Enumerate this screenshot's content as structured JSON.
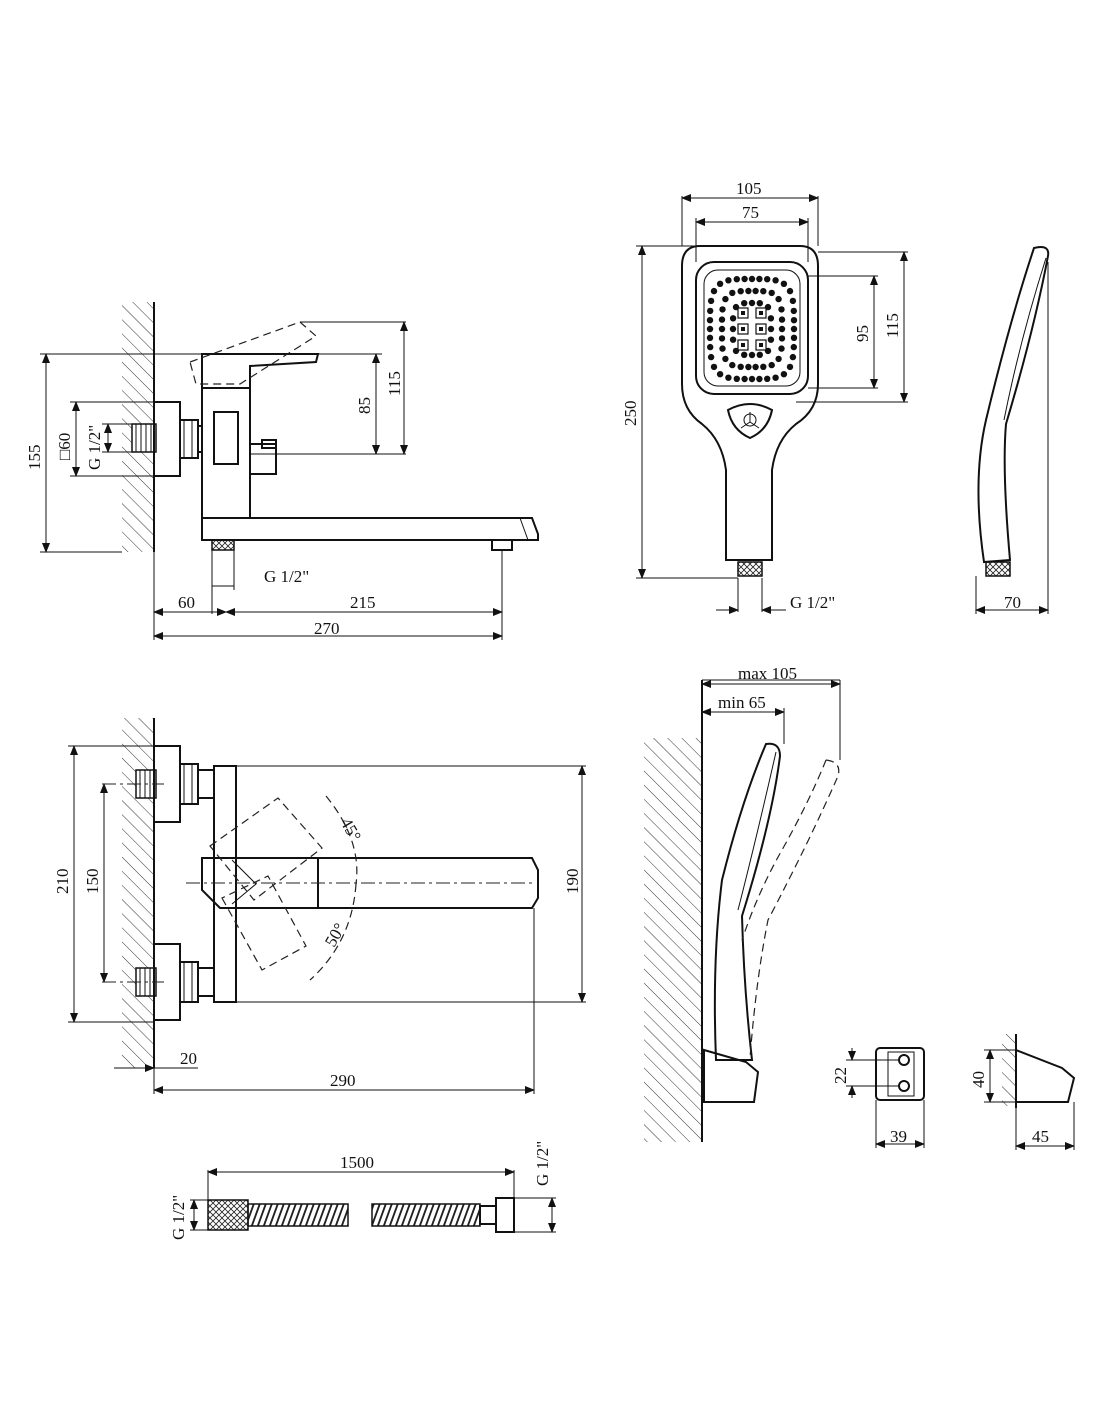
{
  "views": {
    "side": {
      "d155": "155",
      "d85": "85",
      "d115": "115",
      "thread_inlet": "G 1/2\"",
      "sq60": "□60",
      "thread_bottom": "G 1/2\"",
      "d60": "60",
      "d215": "215",
      "d270": "270"
    },
    "head_front": {
      "d105": "105",
      "d75": "75",
      "d95": "95",
      "d115": "115",
      "d250": "250",
      "thread": "G 1/2\""
    },
    "head_side": {
      "d70": "70"
    },
    "top": {
      "d210": "210",
      "d150": "150",
      "d190": "190",
      "a45": "45°",
      "a50": "50°",
      "d20": "20",
      "d290": "290"
    },
    "holder_mounted": {
      "max": "max 105",
      "min": "min 65"
    },
    "holder_front": {
      "d22": "22",
      "d39": "39"
    },
    "holder_side": {
      "d40": "40",
      "d45": "45"
    },
    "hose": {
      "length": "1500",
      "thread_left": "G 1/2\"",
      "thread_right": "G 1/2\""
    }
  }
}
